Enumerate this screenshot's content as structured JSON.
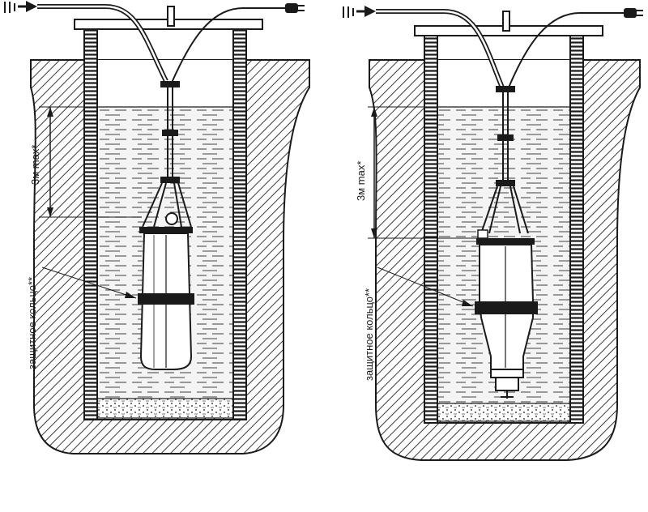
{
  "diagrams": [
    {
      "id": "left",
      "depth_label": "3м max*",
      "ring_label": "защитное кольцо**"
    },
    {
      "id": "right",
      "depth_label": "3м max*",
      "ring_label": "защитное кольцо**"
    }
  ],
  "colors": {
    "line": "#1a1a1a",
    "hatch": "#3a3a3a",
    "water_dash": "#555555",
    "background": "#ffffff"
  },
  "icons": [
    "arrow-flow-icon",
    "electric-plug-icon"
  ]
}
